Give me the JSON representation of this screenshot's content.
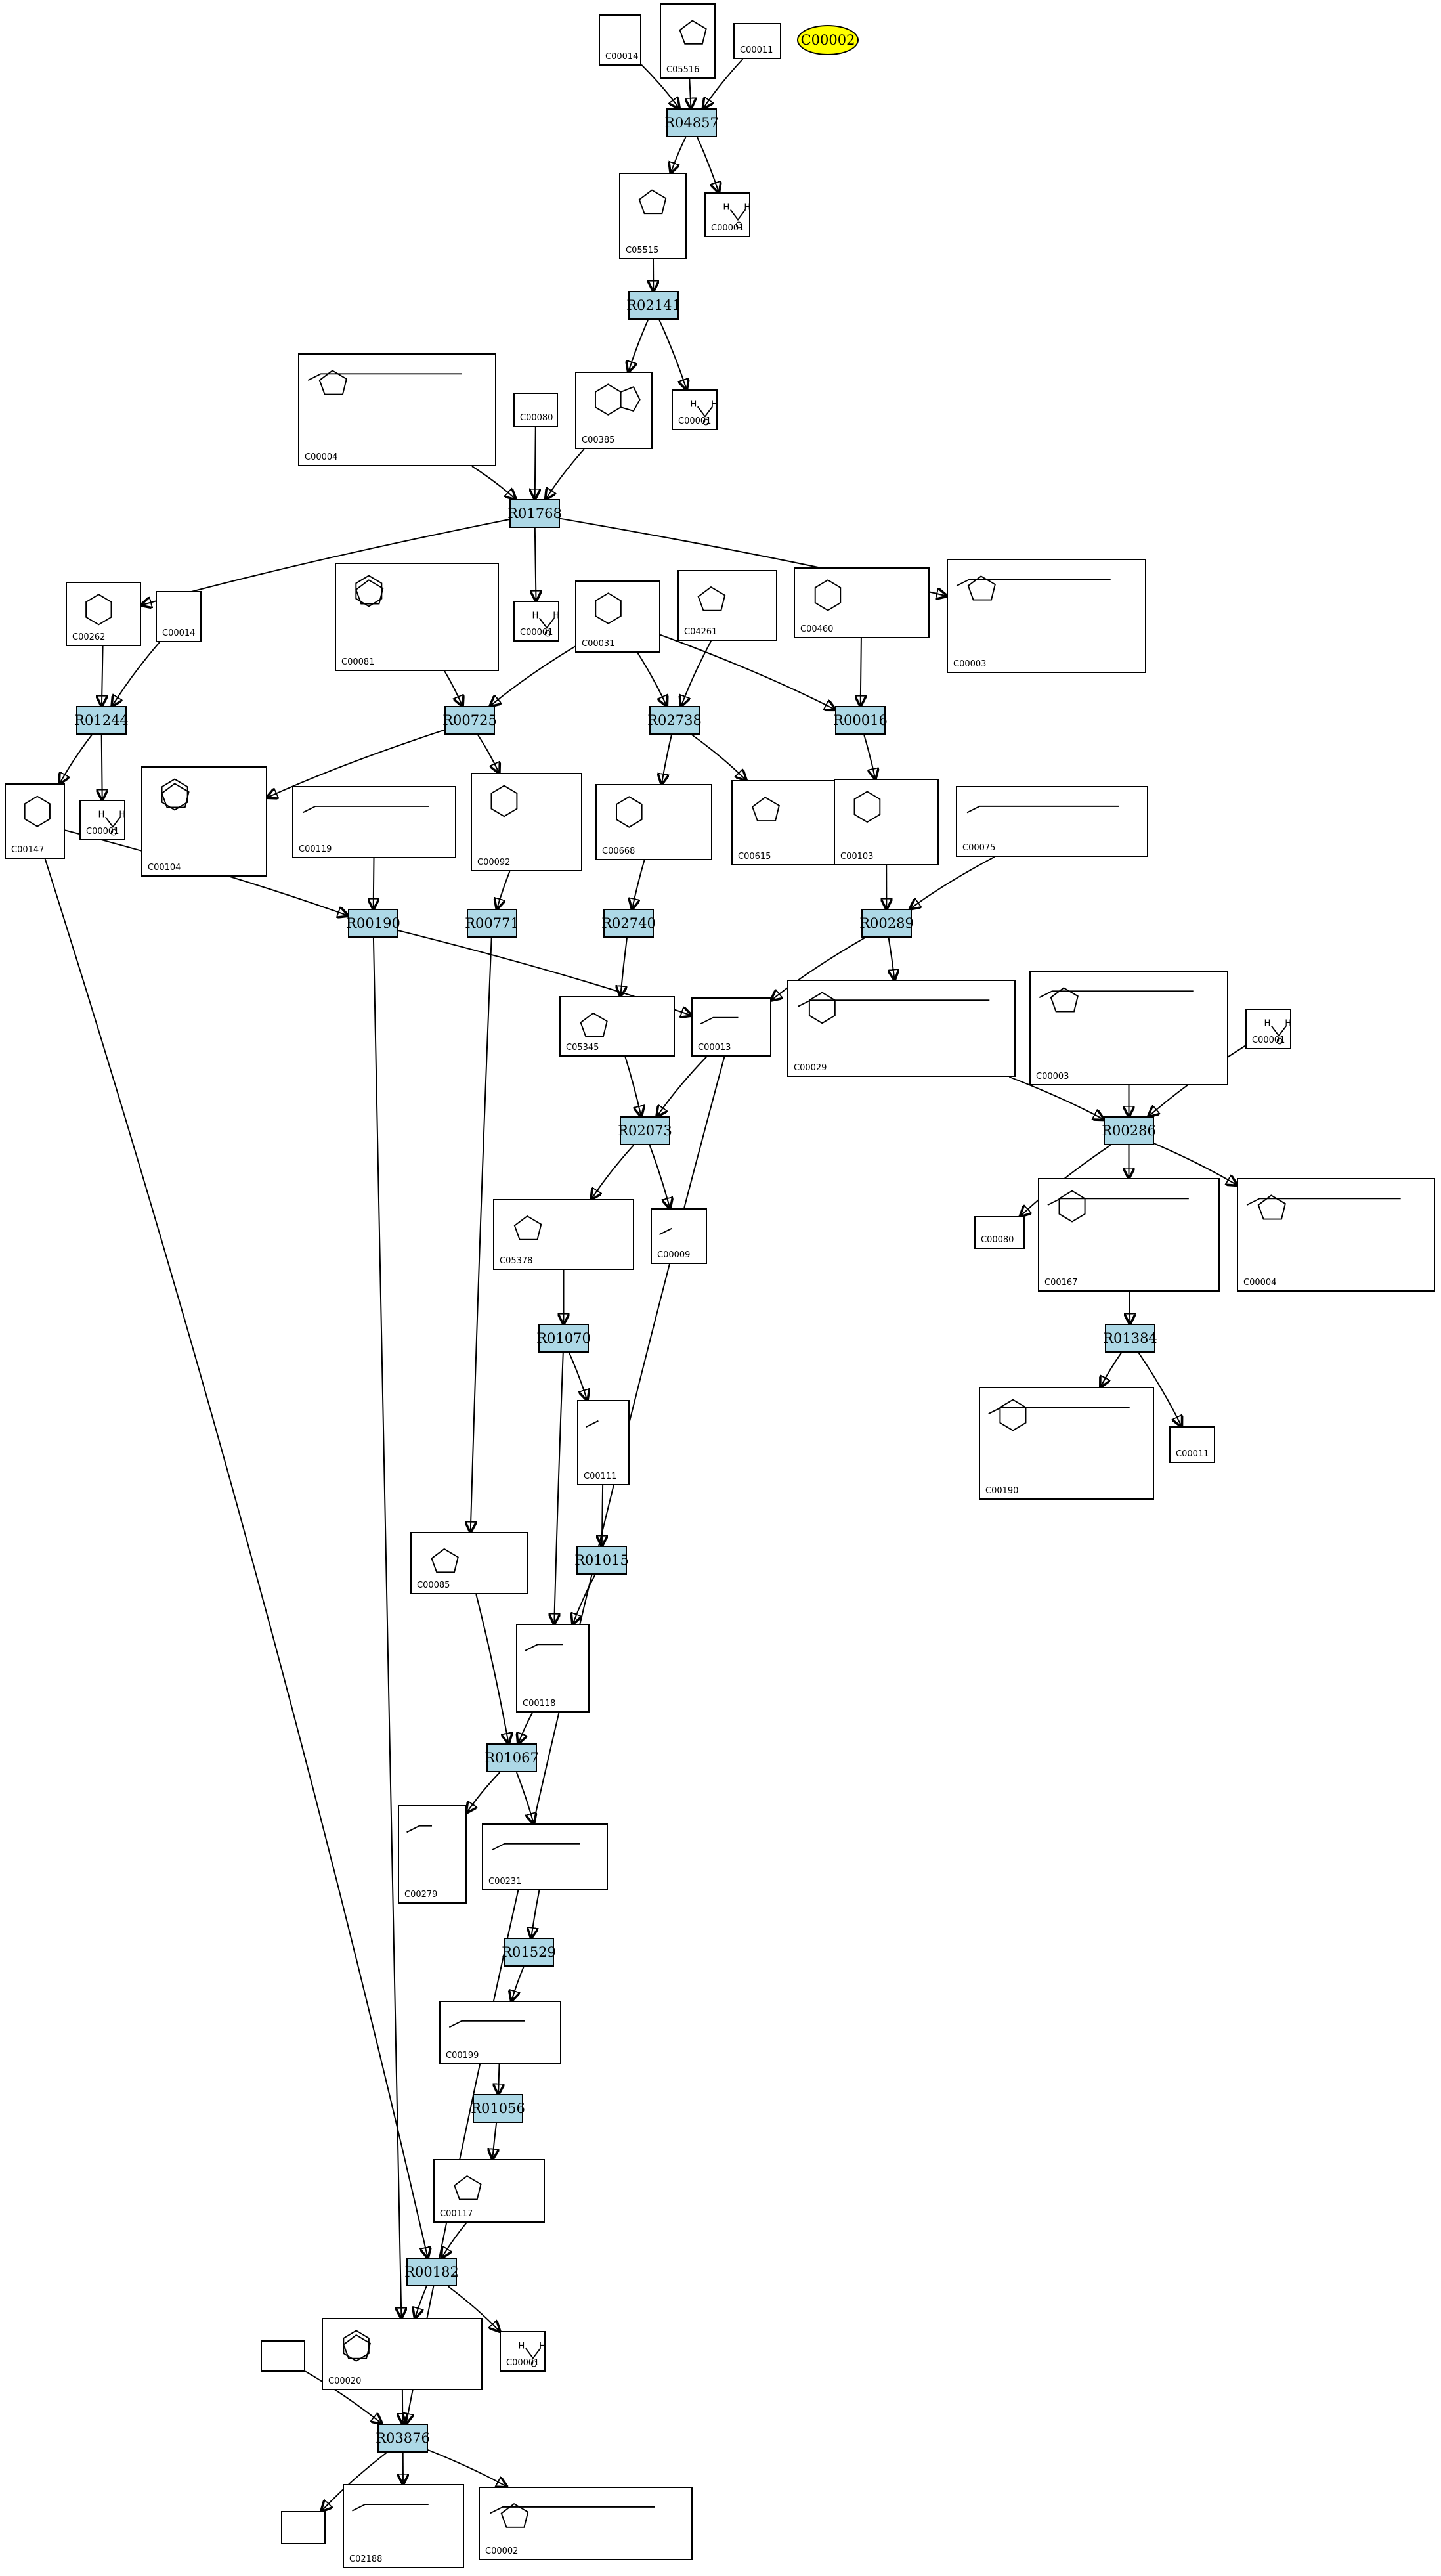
{
  "legend_compound": "C00002",
  "reactions": [
    {
      "id": "r1",
      "label": "R04857"
    },
    {
      "id": "r2",
      "label": "R02141"
    },
    {
      "id": "r3",
      "label": "R01768"
    },
    {
      "id": "r4",
      "label": "R01244"
    },
    {
      "id": "r5",
      "label": "R00725"
    },
    {
      "id": "r6",
      "label": "R02738"
    },
    {
      "id": "r7",
      "label": "R00016"
    },
    {
      "id": "r8",
      "label": "R00190"
    },
    {
      "id": "r9",
      "label": "R00771"
    },
    {
      "id": "r10",
      "label": "R02740"
    },
    {
      "id": "r11",
      "label": "R00289"
    },
    {
      "id": "r12",
      "label": "R02073"
    },
    {
      "id": "r13",
      "label": "R00286"
    },
    {
      "id": "r14",
      "label": "R01070"
    },
    {
      "id": "r15",
      "label": "R01384"
    },
    {
      "id": "r16",
      "label": "R01015"
    },
    {
      "id": "r17",
      "label": "R01067"
    },
    {
      "id": "r18",
      "label": "R01529"
    },
    {
      "id": "r19",
      "label": "R01056"
    },
    {
      "id": "r20",
      "label": "R00182"
    },
    {
      "id": "r21",
      "label": "R03876"
    }
  ],
  "compounds": [
    {
      "id": "c1",
      "label": "C00014"
    },
    {
      "id": "c2",
      "label": "C05516"
    },
    {
      "id": "c3",
      "label": "C00011"
    },
    {
      "id": "c4",
      "label": "C05515"
    },
    {
      "id": "c5",
      "label": "C00001"
    },
    {
      "id": "c6",
      "label": "C00004"
    },
    {
      "id": "c7",
      "label": "C00080"
    },
    {
      "id": "c8",
      "label": "C00385"
    },
    {
      "id": "c9",
      "label": "C00001"
    },
    {
      "id": "c10",
      "label": "C00262"
    },
    {
      "id": "c11",
      "label": "C00014"
    },
    {
      "id": "c12",
      "label": "C00081"
    },
    {
      "id": "c13",
      "label": "C00001"
    },
    {
      "id": "c14",
      "label": "C00031"
    },
    {
      "id": "c15",
      "label": "C04261"
    },
    {
      "id": "c16",
      "label": "C00460"
    },
    {
      "id": "c17",
      "label": "C00003"
    },
    {
      "id": "c18",
      "label": "C00147"
    },
    {
      "id": "c19",
      "label": "C00001"
    },
    {
      "id": "c20",
      "label": "C00104"
    },
    {
      "id": "c21",
      "label": "C00119"
    },
    {
      "id": "c22",
      "label": "C00092"
    },
    {
      "id": "c23",
      "label": "C00668"
    },
    {
      "id": "c24",
      "label": "C00615"
    },
    {
      "id": "c25",
      "label": "C00103"
    },
    {
      "id": "c26",
      "label": "C00075"
    },
    {
      "id": "c27",
      "label": "C05345"
    },
    {
      "id": "c28",
      "label": "C00013"
    },
    {
      "id": "c29",
      "label": "C00029"
    },
    {
      "id": "c30",
      "label": "C00003"
    },
    {
      "id": "c31",
      "label": "C00001"
    },
    {
      "id": "c32",
      "label": "C05378"
    },
    {
      "id": "c33",
      "label": "C00009"
    },
    {
      "id": "c34",
      "label": "C00080"
    },
    {
      "id": "c35",
      "label": "C00167"
    },
    {
      "id": "c36",
      "label": "C00004"
    },
    {
      "id": "c37",
      "label": "C00111"
    },
    {
      "id": "c38",
      "label": "C00190"
    },
    {
      "id": "c39",
      "label": "C00011"
    },
    {
      "id": "c40",
      "label": "C00085"
    },
    {
      "id": "c41",
      "label": "C00118"
    },
    {
      "id": "c42",
      "label": "C00279"
    },
    {
      "id": "c43",
      "label": "C00231"
    },
    {
      "id": "c44",
      "label": "C00199"
    },
    {
      "id": "c45",
      "label": "C00117"
    },
    {
      "id": "c46",
      "label": "C00020"
    },
    {
      "id": "c47",
      "label": "C00001"
    },
    {
      "id": "c48",
      "label": ""
    },
    {
      "id": "c49",
      "label": ""
    },
    {
      "id": "c50",
      "label": "C02188"
    },
    {
      "id": "c51",
      "label": "C00002"
    }
  ],
  "edges": [
    [
      "c1",
      "r1"
    ],
    [
      "c2",
      "r1"
    ],
    [
      "c3",
      "r1"
    ],
    [
      "r1",
      "c4"
    ],
    [
      "r1",
      "c5"
    ],
    [
      "c4",
      "r2"
    ],
    [
      "r2",
      "c8"
    ],
    [
      "r2",
      "c9"
    ],
    [
      "c6",
      "r3"
    ],
    [
      "c7",
      "r3"
    ],
    [
      "c8",
      "r3"
    ],
    [
      "r3",
      "c10"
    ],
    [
      "r3",
      "c13"
    ],
    [
      "r3",
      "c17"
    ],
    [
      "c10",
      "r4"
    ],
    [
      "c11",
      "r4"
    ],
    [
      "r4",
      "c18"
    ],
    [
      "r4",
      "c19"
    ],
    [
      "c12",
      "r5"
    ],
    [
      "c14",
      "r5"
    ],
    [
      "r5",
      "c20"
    ],
    [
      "r5",
      "c22"
    ],
    [
      "c14",
      "r6"
    ],
    [
      "c15",
      "r6"
    ],
    [
      "r6",
      "c23"
    ],
    [
      "r6",
      "c24"
    ],
    [
      "c14",
      "r7"
    ],
    [
      "c16",
      "r7"
    ],
    [
      "r7",
      "c25"
    ],
    [
      "c18",
      "r8"
    ],
    [
      "c21",
      "r8"
    ],
    [
      "r8",
      "c28"
    ],
    [
      "c22",
      "r9"
    ],
    [
      "r9",
      "c40"
    ],
    [
      "c23",
      "r10"
    ],
    [
      "r10",
      "c27"
    ],
    [
      "c25",
      "r11"
    ],
    [
      "c26",
      "r11"
    ],
    [
      "r11",
      "c28"
    ],
    [
      "r11",
      "c29"
    ],
    [
      "c27",
      "r12"
    ],
    [
      "c28",
      "r12"
    ],
    [
      "r12",
      "c32"
    ],
    [
      "r12",
      "c33"
    ],
    [
      "c29",
      "r13"
    ],
    [
      "c30",
      "r13"
    ],
    [
      "c31",
      "r13"
    ],
    [
      "r13",
      "c34"
    ],
    [
      "r13",
      "c35"
    ],
    [
      "r13",
      "c36"
    ],
    [
      "c32",
      "r14"
    ],
    [
      "r14",
      "c37"
    ],
    [
      "r14",
      "c41"
    ],
    [
      "c35",
      "r15"
    ],
    [
      "r15",
      "c38"
    ],
    [
      "r15",
      "c39"
    ],
    [
      "c37",
      "r16"
    ],
    [
      "r16",
      "c41"
    ],
    [
      "c40",
      "r17"
    ],
    [
      "c41",
      "r17"
    ],
    [
      "r17",
      "c42"
    ],
    [
      "r17",
      "c43"
    ],
    [
      "c43",
      "r18"
    ],
    [
      "r18",
      "c44"
    ],
    [
      "c44",
      "r19"
    ],
    [
      "r19",
      "c45"
    ],
    [
      "c18",
      "r20"
    ],
    [
      "c45",
      "r20"
    ],
    [
      "r20",
      "c46"
    ],
    [
      "r20",
      "c47"
    ],
    [
      "c46",
      "r21"
    ],
    [
      "c48",
      "r21"
    ],
    [
      "r8",
      "c46"
    ],
    [
      "c28",
      "r21"
    ],
    [
      "r21",
      "c49"
    ],
    [
      "r21",
      "c50"
    ],
    [
      "r21",
      "c51"
    ]
  ]
}
